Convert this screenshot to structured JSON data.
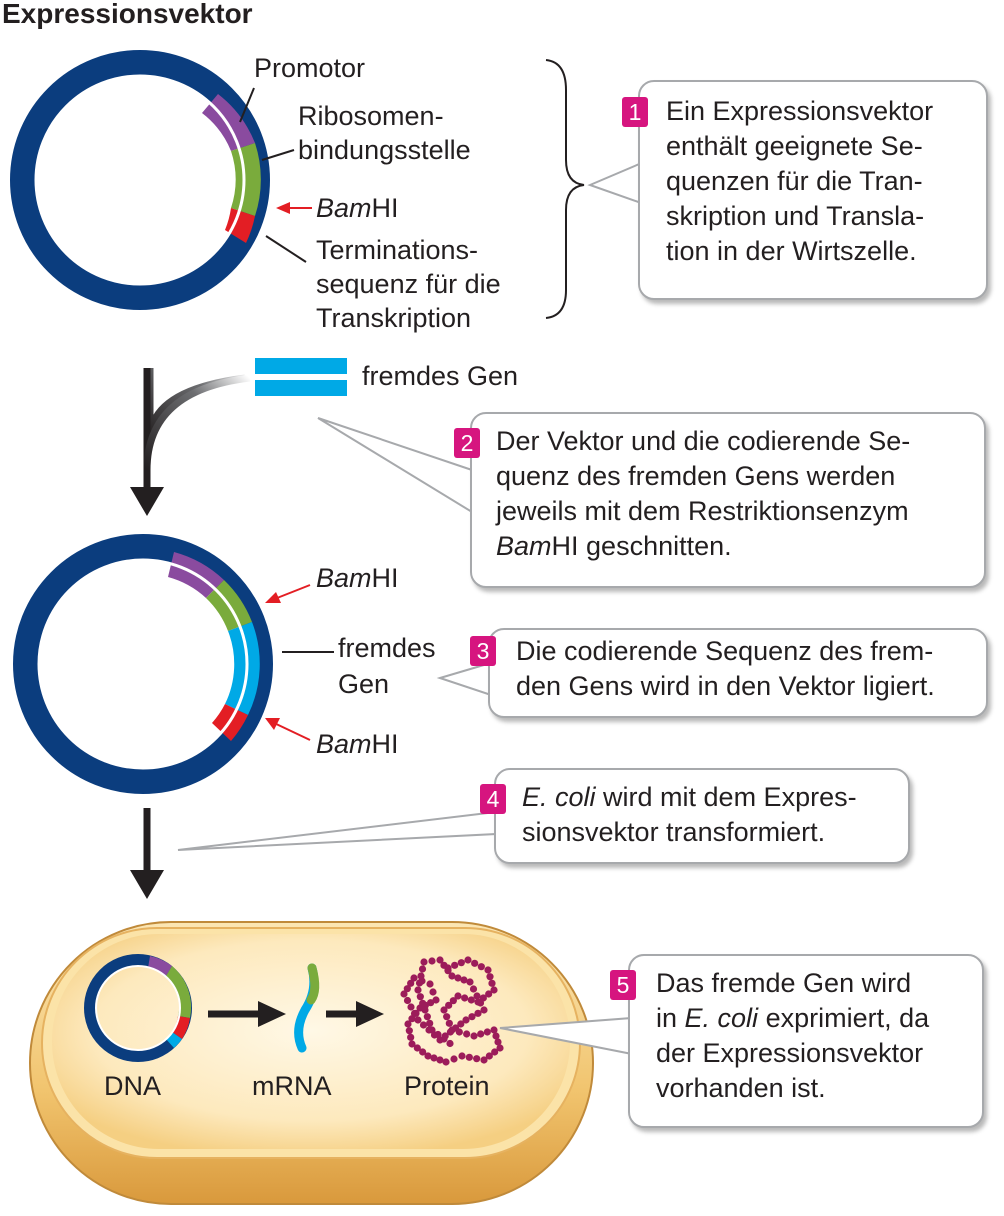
{
  "title": "Expressionsvektor",
  "labels": {
    "promotor": "Promotor",
    "rbs_1": "Ribosomen-",
    "rbs_2": "bindungsstelle",
    "bam_italic": "Bam",
    "bam_rest": "HI",
    "term_1": "Terminations-",
    "term_2": "sequenz für die",
    "term_3": "Transkription",
    "fremdes_gen": "fremdes Gen",
    "fremdes": "fremdes",
    "gen": "Gen",
    "dna": "DNA",
    "mrna": "mRNA",
    "protein": "Protein"
  },
  "steps": [
    {
      "num": "1",
      "lines": [
        "Ein Expressionsvektor",
        "enthält geeignete Se-",
        "quenzen für die Tran-",
        "skription und Transla-",
        "tion in der Wirtszelle."
      ]
    },
    {
      "num": "2",
      "lines": [
        "Der Vektor und die codierende Se-",
        "quenz des fremden Gens werden",
        "jeweils mit dem Restriktionsenzym"
      ],
      "last_italic": "Bam",
      "last_rest": "HI geschnitten."
    },
    {
      "num": "3",
      "lines": [
        "Die codierende Sequenz des frem-",
        "den Gens wird in den Vektor ligiert."
      ]
    },
    {
      "num": "4",
      "first_italic": "E. coli",
      "first_rest": " wird mit dem Expres-",
      "lines": [
        "sionsvektor transformiert."
      ]
    },
    {
      "num": "5",
      "lines": [
        "Das fremde Gen wird"
      ],
      "mid_pre": "in ",
      "mid_italic": "E. coli",
      "mid_rest": " exprimiert, da",
      "lines2": [
        "der Expressionsvektor",
        "vorhanden ist."
      ]
    }
  ],
  "colors": {
    "plasmid": "#0b3d7e",
    "promotor": "#8a4b9f",
    "rbs": "#7aab3c",
    "terminator": "#e31e24",
    "foreign_gene": "#00a9e6",
    "protein": "#9c1c5a",
    "badge": "#d6157f",
    "cell": "#f2c876"
  }
}
